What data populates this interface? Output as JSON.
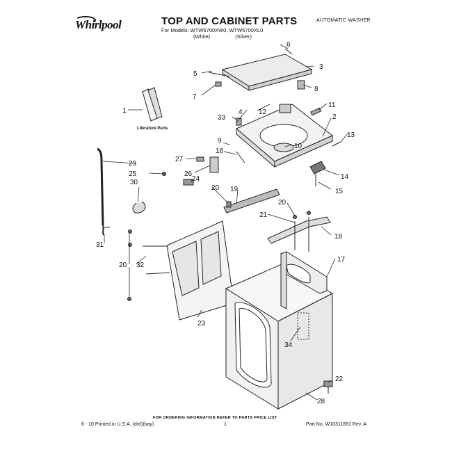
{
  "header": {
    "brand": "Whirlpool",
    "title": "TOP AND CABINET PARTS",
    "models_line": "For Models: WTW5700XW0, WTW5700XL0",
    "variants": [
      "(White)",
      "(Silver)"
    ],
    "category": "AUTOMATIC WASHER"
  },
  "diagram": {
    "literature_label": "Literature Parts",
    "callouts": [
      "1",
      "2",
      "3",
      "4",
      "5",
      "6",
      "7",
      "8",
      "9",
      "10",
      "11",
      "12",
      "13",
      "14",
      "15",
      "16",
      "17",
      "18",
      "19",
      "20",
      "20",
      "20",
      "21",
      "22",
      "23",
      "24",
      "25",
      "26",
      "27",
      "28",
      "29",
      "30",
      "31",
      "32",
      "33",
      "34"
    ]
  },
  "footer": {
    "note": "FOR ORDERING INFORMATION REFER TO PARTS PRICE LIST",
    "left": "6 - 10 Printed in U.S.A. (drd)(bay)",
    "page": "1",
    "right": "Part No. W10311861 Rev. A"
  }
}
